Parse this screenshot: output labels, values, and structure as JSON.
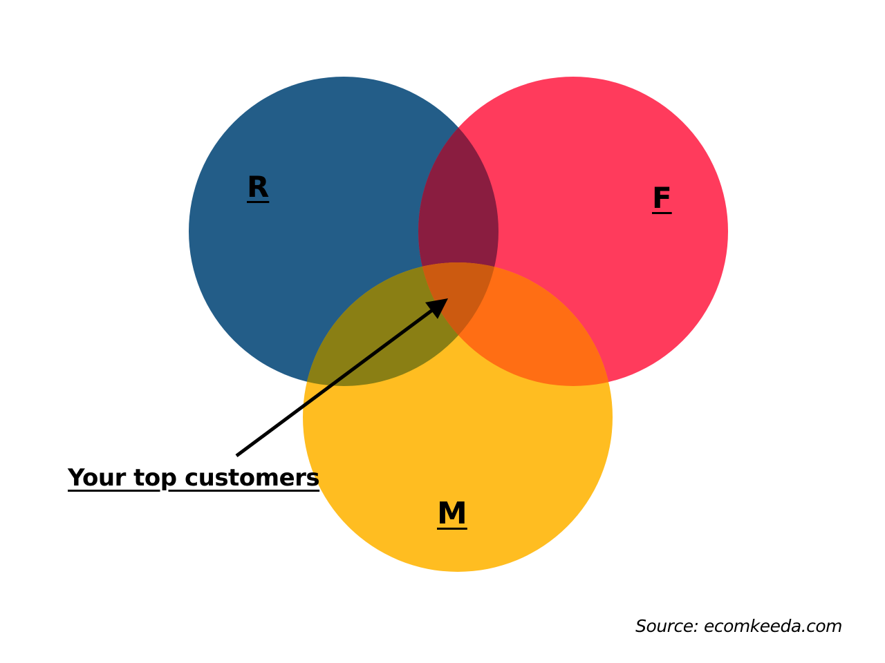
{
  "sets": [
    {
      "key": "r",
      "label": "R",
      "color": "#235d88"
    },
    {
      "key": "f",
      "label": "F",
      "color": "#ff3b5c"
    },
    {
      "key": "m",
      "label": "M",
      "color": "#ffbd21"
    }
  ],
  "overlaps": {
    "rf": "#8a1d40",
    "rm": "#8a7f14",
    "fm": "#ff6e14",
    "rfm": "#cc5a10"
  },
  "annotation": "Your top customers",
  "source": "Source: ecomkeeda.com"
}
